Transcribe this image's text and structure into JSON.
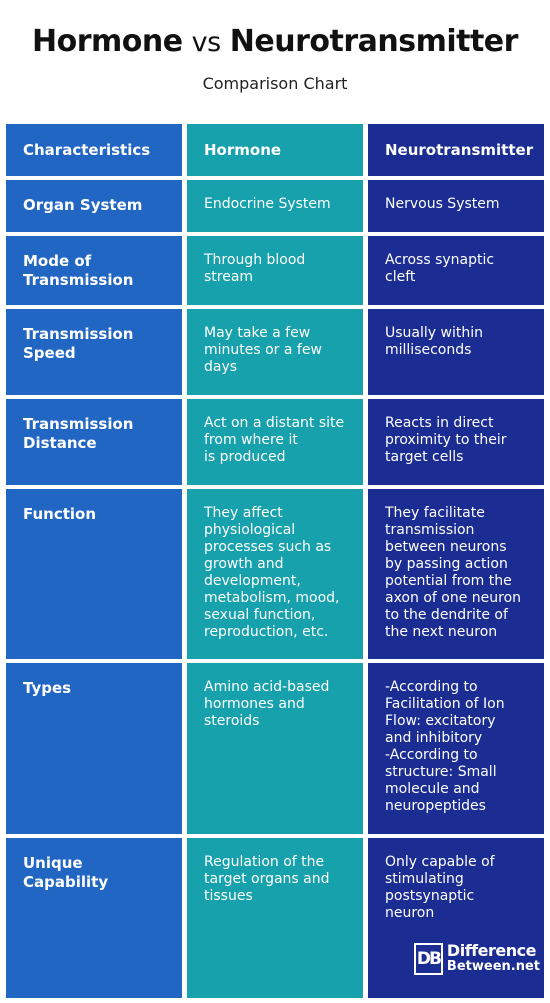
{
  "title": {
    "part1": "Hormone",
    "vs": "vs",
    "part2": "Neurotransmitter"
  },
  "subtitle": "Comparison Chart",
  "header": {
    "col1": "Characteristics",
    "col2": "Hormone",
    "col3": "Neurotransmitter"
  },
  "rows": [
    {
      "label": "Organ System",
      "hormone": "Endocrine System",
      "neuro": "Nervous System"
    },
    {
      "label": "Mode of\nTransmission",
      "hormone": "Through blood\nstream",
      "neuro": "Across synaptic\ncleft"
    },
    {
      "label": "Transmission\nSpeed",
      "hormone": "May take a few\nminutes or a few\ndays",
      "neuro": "Usually within\nmilliseconds"
    },
    {
      "label": "Transmission\nDistance",
      "hormone": "Act on a distant site\nfrom          where it\nis produced",
      "neuro": "Reacts in direct\nproximity to their\ntarget cells"
    },
    {
      "label": "Function",
      "hormone": "They affect\nphysiological\nprocesses such as\ngrowth and\ndevelopment,\nmetabolism, mood,\nsexual function,\nreproduction, etc.",
      "neuro": "They facilitate\ntransmission\nbetween neurons\nby passing action\npotential from the\naxon of one neuron\nto the dendrite of\nthe next neuron"
    },
    {
      "label": "Types",
      "hormone": "Amino acid-based\nhormones and\nsteroids",
      "neuro": "-According to\nFacilitation of Ion\nFlow: excitatory\nand inhibitory\n-According to\nstructure: Small\nmolecule and\nneuropeptides"
    },
    {
      "label": "Unique\nCapability",
      "hormone": "Regulation of the\ntarget organs and\ntissues",
      "neuro": "Only capable of\nstimulating\npostsynaptic\nneuron"
    }
  ],
  "logo": {
    "mark": "DB",
    "line1": "Difference",
    "line2": "Between.net"
  },
  "colors": {
    "col1": "#2266c4",
    "col2": "#16a1ac",
    "col3": "#1b2c93"
  }
}
